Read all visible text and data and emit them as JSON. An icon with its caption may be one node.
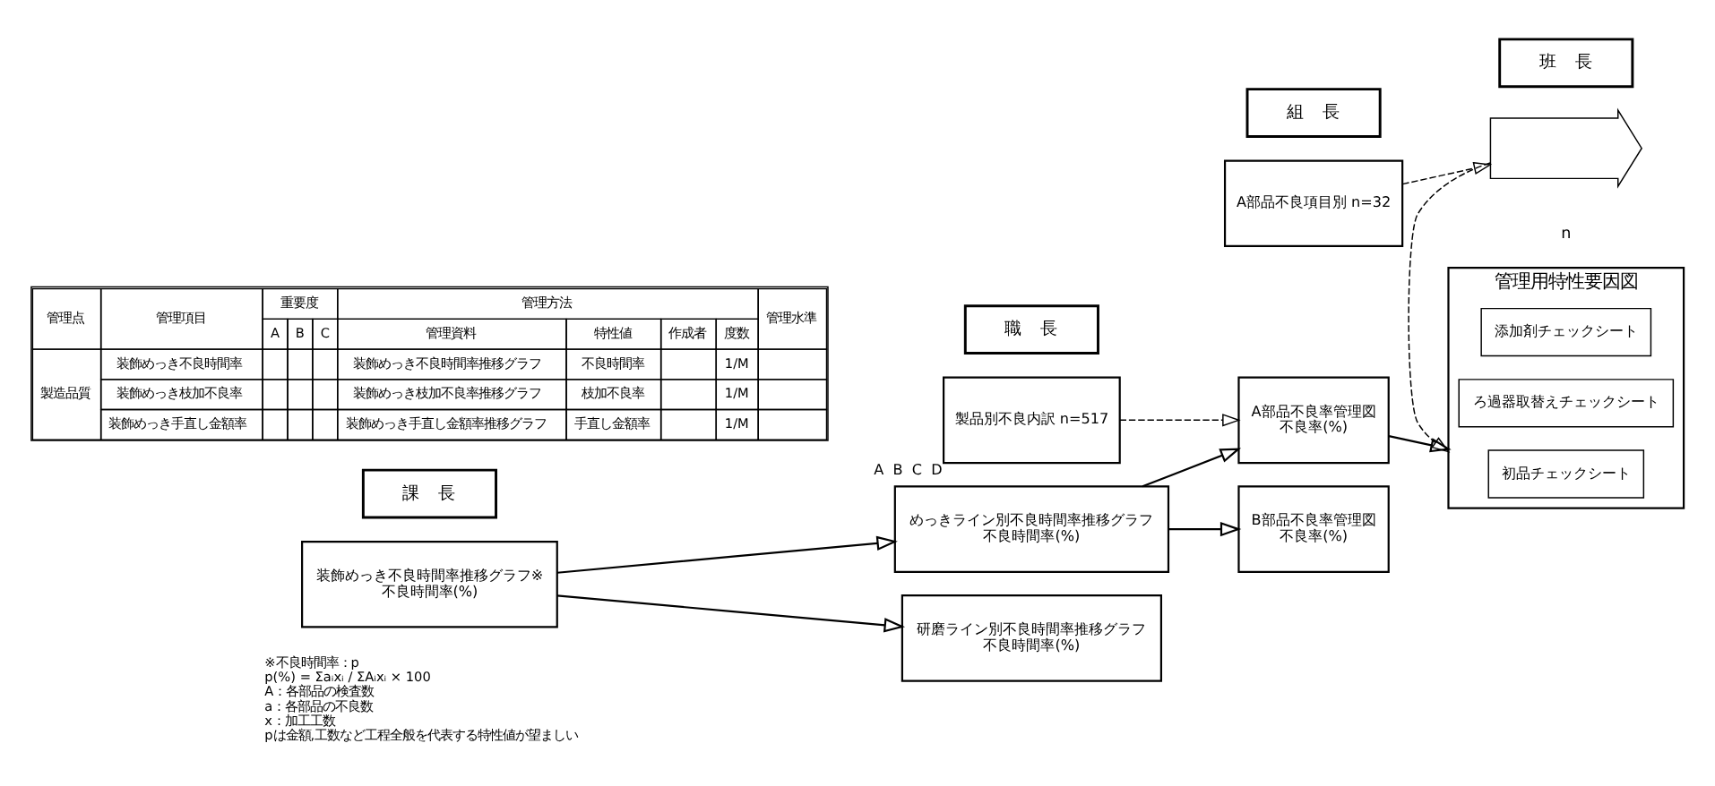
{
  "diagram": {
    "nodes": [
      {
        "text": [
          "課　長"
        ]
      },
      {
        "text": [
          "職　長"
        ]
      },
      {
        "text": [
          "組　長"
        ]
      },
      {
        "text": [
          "班　長"
        ]
      },
      {
        "text": [
          "装飾めっき不良時間率推移グラフ※",
          "不良時間率(%)"
        ]
      },
      {
        "text": [
          "めっきライン別不良時間率推移グラフ",
          "不良時間率(%)"
        ]
      },
      {
        "text": [
          "研磨ライン別不良時間率推移グラフ",
          "不良時間率(%)"
        ]
      },
      {
        "text": [
          "製品別不良内訳 n=517"
        ],
        "beside": [
          "A",
          "B",
          "C",
          "D"
        ]
      },
      {
        "text": [
          "A部品不良率管理図",
          "不良率(%)"
        ]
      },
      {
        "text": [
          "B部品不良率管理図",
          "不良率(%)"
        ]
      },
      {
        "text": [
          "A部品不良項目別 n=32"
        ]
      },
      {
        "text": [],
        "shape": "fishbone",
        "beside": [
          "n"
        ]
      },
      {
        "text": [
          "管理用特性要因図"
        ]
      },
      {
        "text": [
          "初品チェックシート"
        ],
        "in": 12
      },
      {
        "text": [
          "ろ過器取替えチェックシート"
        ],
        "in": 12
      },
      {
        "text": [
          "添加剤チェックシート"
        ],
        "in": 12
      }
    ],
    "edges": [
      {
        "from": 4,
        "to": 5,
        "arrow": "to"
      },
      {
        "from": 4,
        "to": 6,
        "arrow": "to"
      },
      {
        "from": 7,
        "to": 8,
        "arrow": "to",
        "style": "dashed"
      },
      {
        "from": 5,
        "to": 8,
        "arrow": "to"
      },
      {
        "from": 5,
        "to": 9,
        "arrow": "to"
      },
      {
        "from": 8,
        "to": 12,
        "arrow": "to"
      },
      {
        "from": 10,
        "to": 11,
        "arrow": "to",
        "style": "dashed"
      },
      {
        "from": 11,
        "to": 12,
        "arrow": "to",
        "style": "dashed"
      }
    ],
    "labels": [
      "管理点",
      "管理項目",
      "重要度",
      "管理方法",
      "管理水準",
      "A",
      "B",
      "C",
      "管理資料",
      "特性値",
      "作成者",
      "度数",
      "製造品質",
      "装飾めっき不良時間率",
      "装飾めっき不良時間率推移グラフ",
      "不良時間率",
      "1/M",
      "装飾めっき枝加不良率",
      "装飾めっき枝加不良率推移グラフ",
      "枝加不良率",
      "1/M",
      "装飾めっき手直し金額率",
      "装飾めっき手直し金額率推移グラフ",
      "手直し金額率",
      "1/M",
      "※不良時間率：p",
      "p(%) = Σaᵢxᵢ / ΣAᵢxᵢ × 100",
      "A：各部品の検査数",
      "a：各部品の不良数",
      "x：加工工数",
      "pは金額,工数など工程全般を代表する特性値が望ましい"
    ]
  }
}
